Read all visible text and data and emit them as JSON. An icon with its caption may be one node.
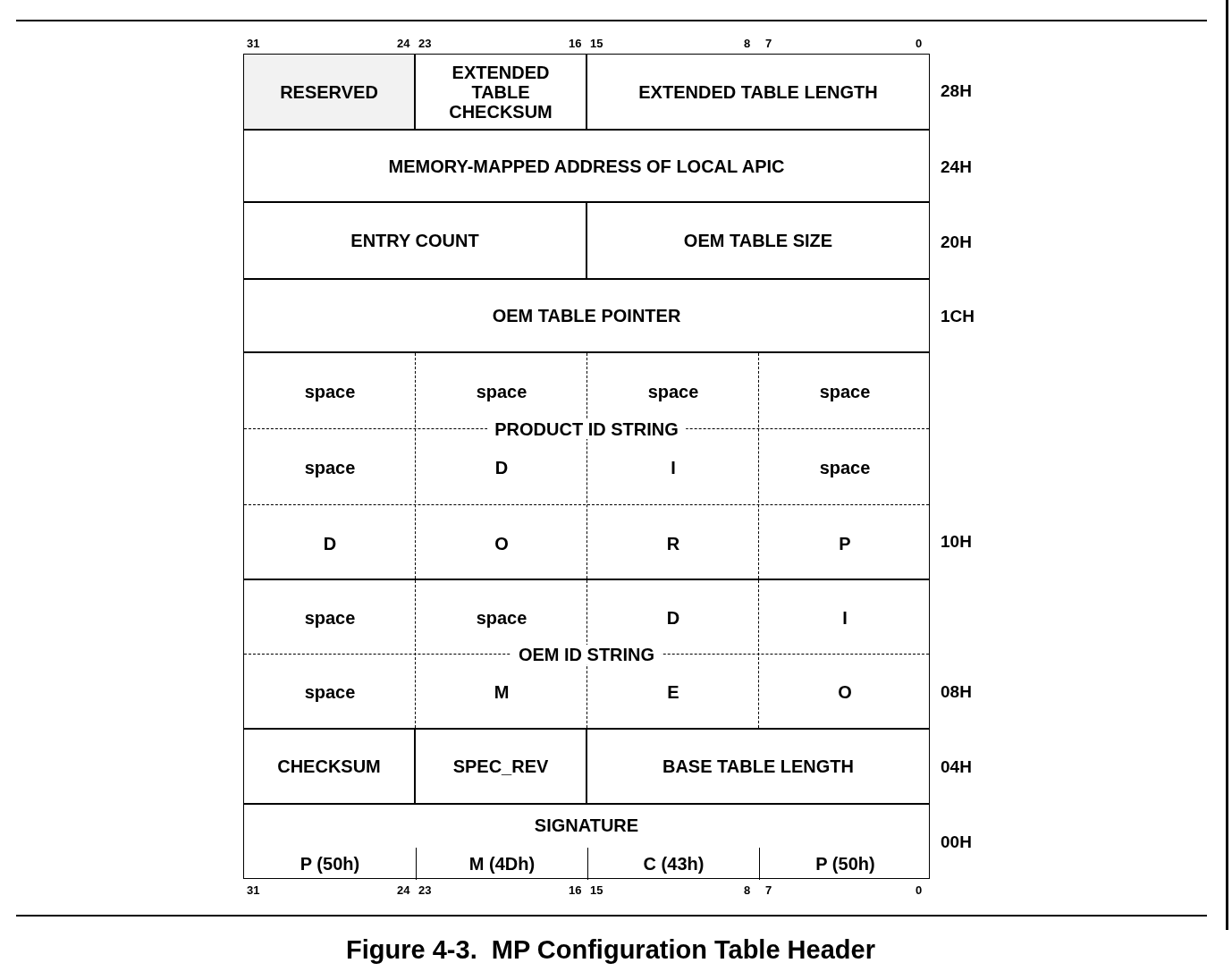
{
  "diagram": {
    "caption": "Figure 4-3.  MP Configuration Table Header",
    "nodes": [
      {
        "text": [
          "RESERVED"
        ]
      },
      {
        "text": [
          "EXTENDED TABLE CHECKSUM"
        ]
      },
      {
        "text": [
          "EXTENDED TABLE LENGTH"
        ]
      },
      {
        "text": [
          "MEMORY-MAPPED ADDRESS OF LOCAL APIC"
        ]
      },
      {
        "text": [
          "ENTRY COUNT"
        ]
      },
      {
        "text": [
          "OEM TABLE SIZE"
        ]
      },
      {
        "text": [
          "OEM TABLE POINTER"
        ]
      },
      {
        "text": [
          "PRODUCT ID STRING"
        ]
      },
      {
        "text": [
          "space"
        ],
        "in": 7
      },
      {
        "text": [
          "space"
        ],
        "in": 7
      },
      {
        "text": [
          "space"
        ],
        "in": 7
      },
      {
        "text": [
          "space"
        ],
        "in": 7
      },
      {
        "text": [
          "space"
        ],
        "in": 7
      },
      {
        "text": [
          "D"
        ],
        "in": 7
      },
      {
        "text": [
          "I"
        ],
        "in": 7
      },
      {
        "text": [
          "space"
        ],
        "in": 7
      },
      {
        "text": [
          "D"
        ],
        "in": 7
      },
      {
        "text": [
          "O"
        ],
        "in": 7
      },
      {
        "text": [
          "R"
        ],
        "in": 7
      },
      {
        "text": [
          "P"
        ],
        "in": 7
      },
      {
        "text": [
          "OEM ID STRING"
        ]
      },
      {
        "text": [
          "space"
        ],
        "in": 20
      },
      {
        "text": [
          "space"
        ],
        "in": 20
      },
      {
        "text": [
          "D"
        ],
        "in": 20
      },
      {
        "text": [
          "I"
        ],
        "in": 20
      },
      {
        "text": [
          "space"
        ],
        "in": 20
      },
      {
        "text": [
          "M"
        ],
        "in": 20
      },
      {
        "text": [
          "E"
        ],
        "in": 20
      },
      {
        "text": [
          "O"
        ],
        "in": 20
      },
      {
        "text": [
          "CHECKSUM"
        ]
      },
      {
        "text": [
          "SPEC_REV"
        ]
      },
      {
        "text": [
          "BASE TABLE LENGTH"
        ]
      },
      {
        "text": [
          "SIGNATURE"
        ]
      },
      {
        "text": [
          "P (50h)"
        ],
        "in": 32
      },
      {
        "text": [
          "M (4Dh)"
        ],
        "in": 32
      },
      {
        "text": [
          "C (43h)"
        ],
        "in": 32
      },
      {
        "text": [
          "P (50h)"
        ],
        "in": 32
      }
    ],
    "labels": [
      "31",
      "24",
      "23",
      "16",
      "15",
      "8",
      "7",
      "0",
      "28H",
      "24H",
      "20H",
      "1CH",
      "10H",
      "08H",
      "04H",
      "00H",
      "31",
      "24",
      "23",
      "16",
      "15",
      "8",
      "7",
      "0"
    ]
  }
}
